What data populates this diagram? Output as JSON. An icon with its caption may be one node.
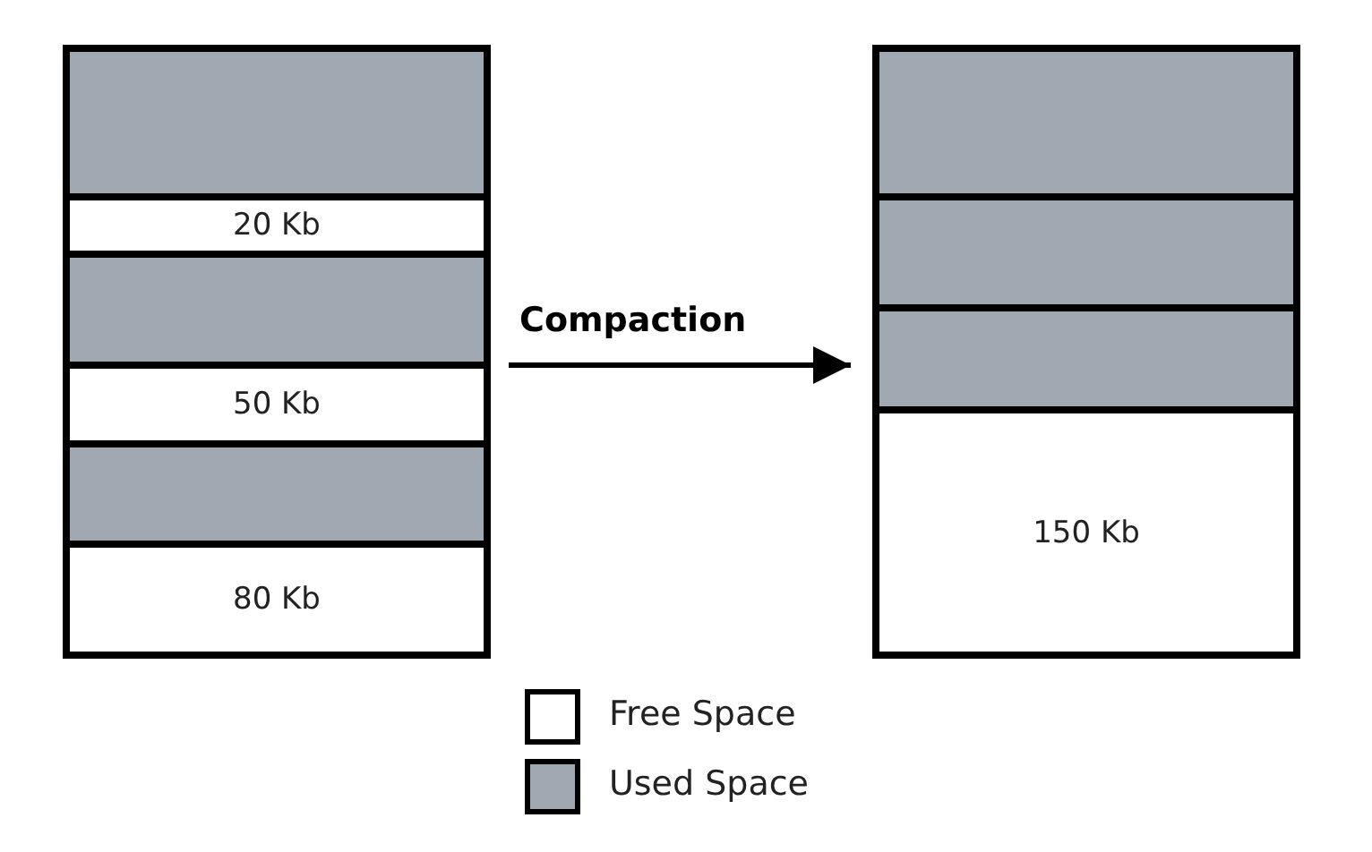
{
  "diagram": {
    "nodes": [
      {
        "text": [],
        "shape": "box"
      },
      {
        "text": [],
        "shape": "box",
        "in": 0
      },
      {
        "text": [
          "20 Kb"
        ],
        "in": 0
      },
      {
        "text": [],
        "shape": "box",
        "in": 0
      },
      {
        "text": [
          "50 Kb"
        ],
        "in": 0
      },
      {
        "text": [],
        "shape": "box",
        "in": 0
      },
      {
        "text": [
          "80 Kb"
        ],
        "in": 0
      },
      {
        "text": [],
        "shape": "box"
      },
      {
        "text": [],
        "shape": "box",
        "in": 7
      },
      {
        "text": [],
        "shape": "box",
        "in": 7
      },
      {
        "text": [],
        "shape": "box",
        "in": 7
      },
      {
        "text": [
          "150 Kb"
        ],
        "in": 7
      }
    ],
    "edges": [
      {
        "from": 0,
        "to": 7,
        "arrow": "to",
        "label": "Compaction"
      }
    ],
    "legend": [
      {
        "text": "Free Space",
        "color": "#ffffff"
      },
      {
        "text": "Used Space",
        "color": "#a0a9b1"
      }
    ]
  }
}
